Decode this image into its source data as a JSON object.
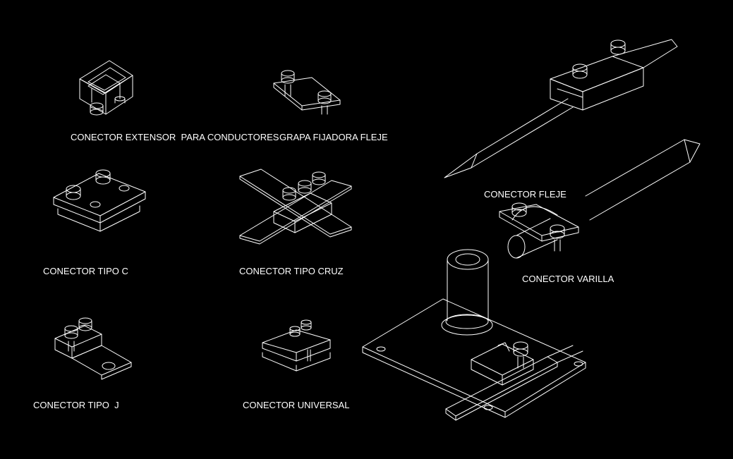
{
  "background": "#000000",
  "line_color": "#ffffff",
  "labels": {
    "extensor": "CONECTOR EXTENSOR  PARA CONDUCTORES",
    "grapa": "GRAPA FIJADORA FLEJE",
    "fleje": "CONECTOR FLEJE",
    "tipo_c": "CONECTOR TIPO C",
    "cruz": "CONECTOR TIPO CRUZ",
    "varilla": "CONECTOR VARILLA",
    "tipo_j": "CONECTOR TIPO  J",
    "universal": "CONECTOR UNIVERSAL"
  }
}
